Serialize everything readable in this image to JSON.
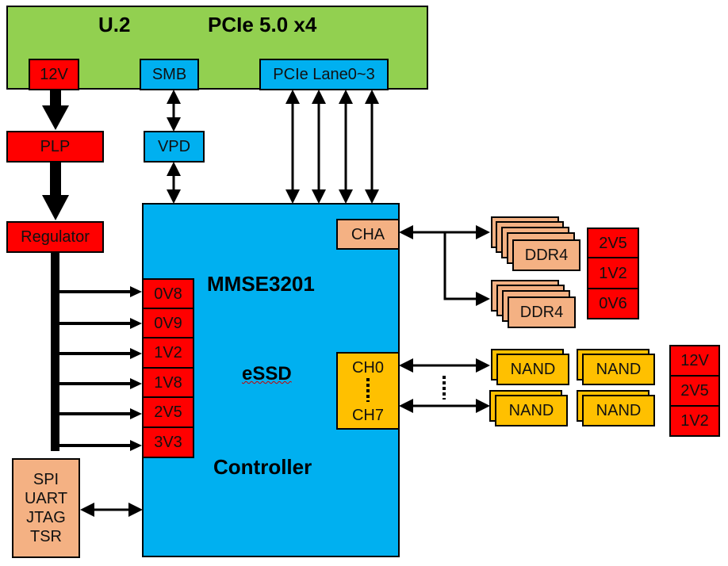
{
  "connector": {
    "form_factor": "U.2",
    "interface": "PCIe 5.0 x4",
    "pins": {
      "power": "12V",
      "smbus": "SMB",
      "lanes": "PCIe Lane0~3"
    }
  },
  "power_path": {
    "plp": "PLP",
    "regulator": "Regulator"
  },
  "vpd": "VPD",
  "controller": {
    "name": "MMSE3201",
    "type": "eSSD",
    "label": "Controller",
    "rails": [
      "0V8",
      "0V9",
      "1V2",
      "1V8",
      "2V5",
      "3V3"
    ],
    "dram_channel": "CHA",
    "nand_channel_first": "CH0",
    "nand_channel_last": "CH7"
  },
  "debug_interfaces": [
    "SPI",
    "UART",
    "JTAG",
    "TSR"
  ],
  "dram": {
    "chips": [
      "DDR4",
      "DDR4"
    ],
    "rails": [
      "2V5",
      "1V2",
      "0V6"
    ]
  },
  "nand": {
    "chips": [
      "NAND",
      "NAND",
      "NAND",
      "NAND"
    ],
    "rails": [
      "12V",
      "2V5",
      "1V2"
    ]
  },
  "colors": {
    "power": "#ff0000",
    "logic": "#00b0f0",
    "connector": "#92d050",
    "dram": "#f4b183",
    "nand": "#ffc000"
  }
}
